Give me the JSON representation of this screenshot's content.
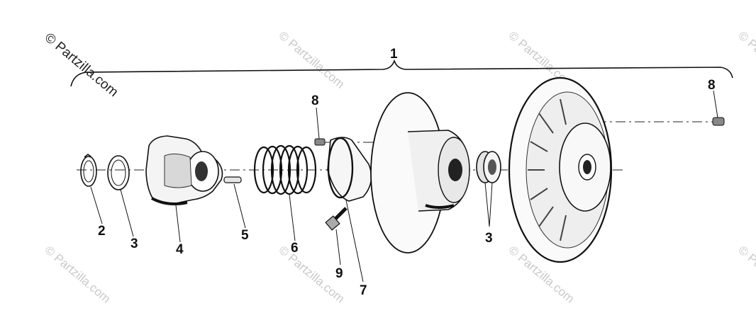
{
  "watermark": {
    "main": "© Partzilla.com",
    "repeat": "© Partzilla.com"
  },
  "callouts": [
    {
      "id": "c1",
      "label": "1"
    },
    {
      "id": "c2",
      "label": "2"
    },
    {
      "id": "c3a",
      "label": "3"
    },
    {
      "id": "c4",
      "label": "4"
    },
    {
      "id": "c5",
      "label": "5"
    },
    {
      "id": "c6",
      "label": "6"
    },
    {
      "id": "c7",
      "label": "7"
    },
    {
      "id": "c8a",
      "label": "8"
    },
    {
      "id": "c9",
      "label": "9"
    },
    {
      "id": "c3b",
      "label": "3"
    },
    {
      "id": "c8b",
      "label": "8"
    }
  ],
  "colors": {
    "ink": "#111111",
    "watermark": "#c9c9c9",
    "paper": "#ffffff"
  }
}
